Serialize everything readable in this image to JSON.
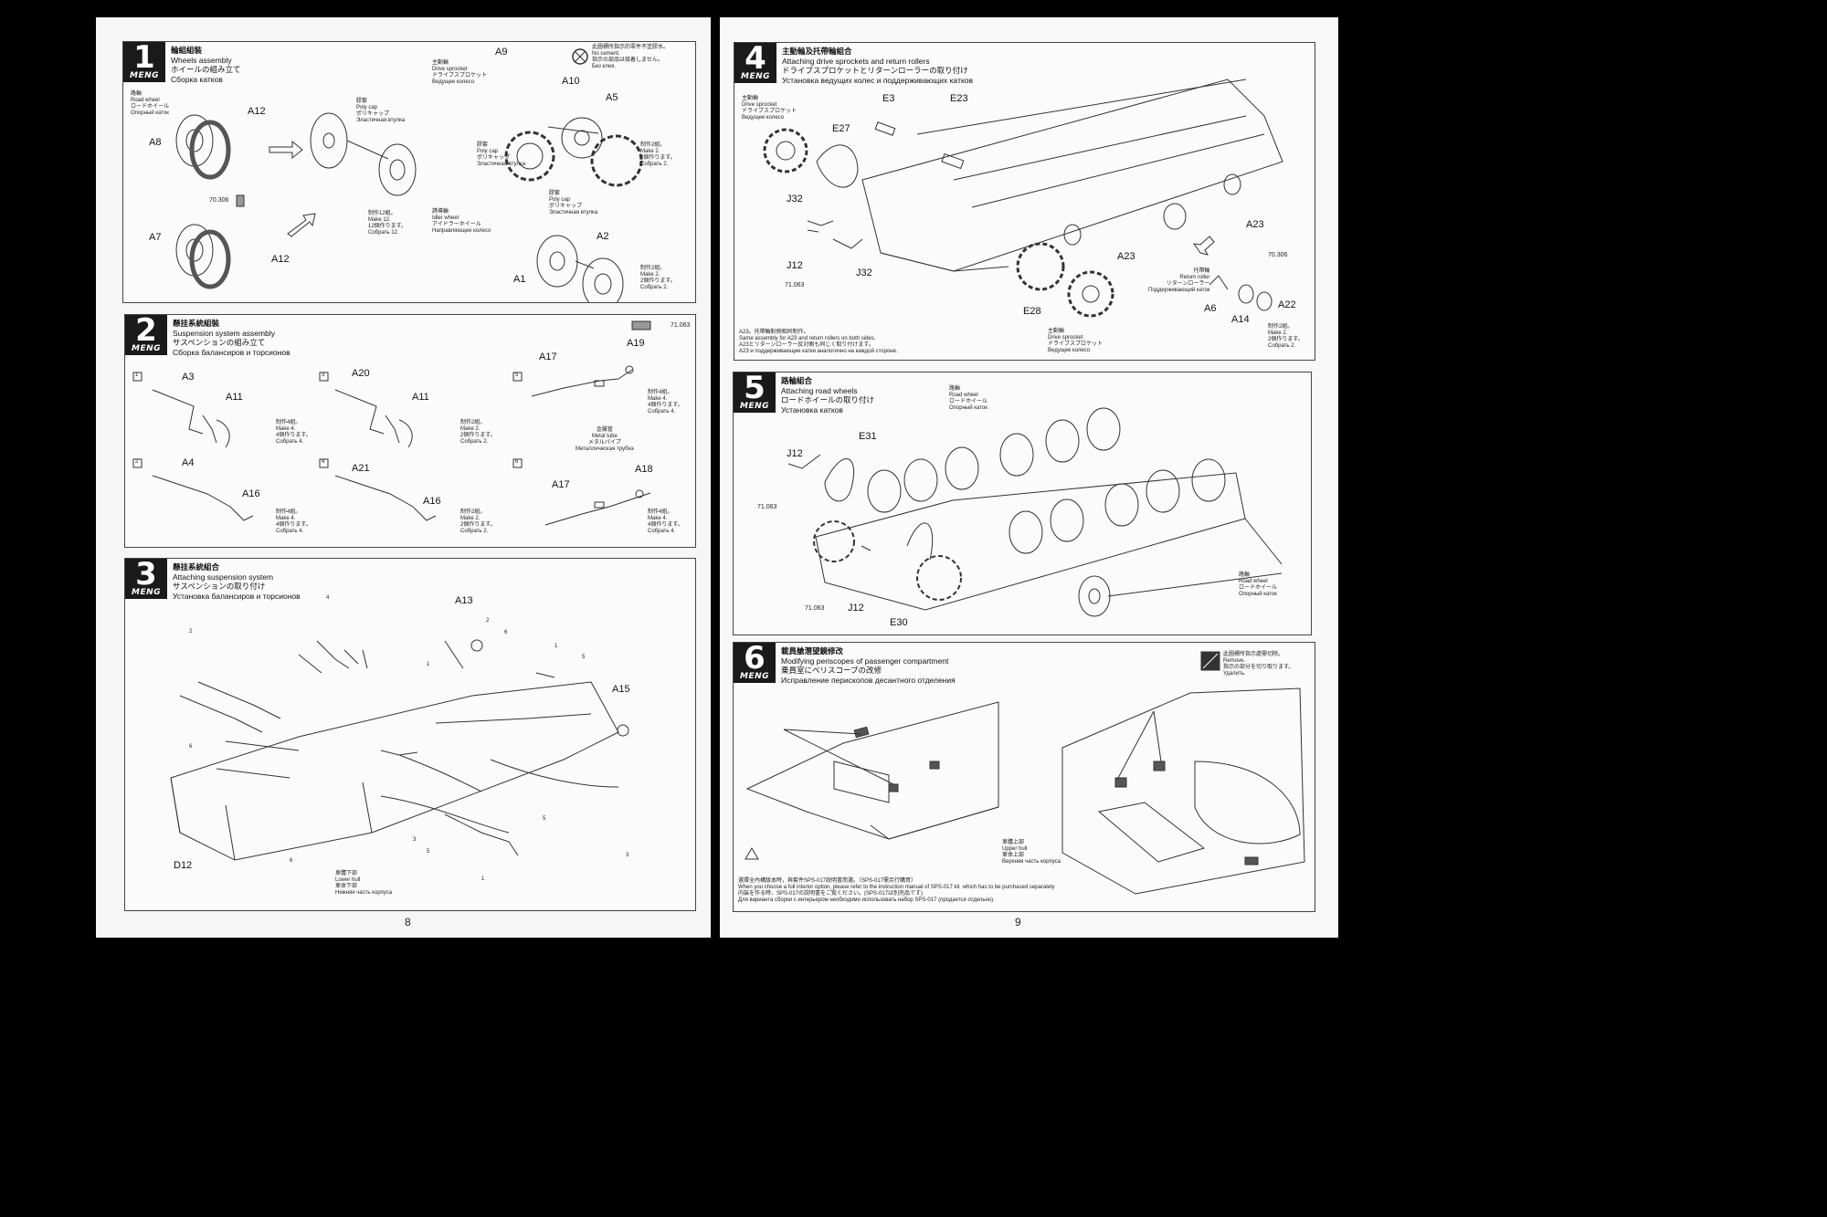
{
  "left_page": {
    "page_number": "8",
    "step1": {
      "number": "1",
      "logo": "MENG",
      "title_zh": "輪組組裝",
      "title_en": "Wheels assembly",
      "title_jp": "ホイールの組み立て",
      "title_ru": "Сборка катков",
      "road_wheel": "路輪\nRoad wheel\nロードホイール\nОпорный каток",
      "poly_cap_1": "膠套\nPoly cap\nポリキャップ\nЭластичная втулка",
      "poly_cap_2": "膠套\nPoly cap\nポリキャップ\nЭластичная втулка",
      "poly_cap_3": "膠套\nPoly cap\nポリキャップ\nЭластичная втулка",
      "drive_sprocket": "主動輪\nDrive sprocket\nドライブスプロケット\nВедущее колесо",
      "idler": "誘導輪\nIdler wheel\nアイドラーホイール\nНаправляющее колесо",
      "no_cement": "此圖標所指示的零件不塗膠水。\nNo cement.\n指示の部品は接着しません。\nБез клея.",
      "make12": "制作12組。\nMake 12.\n12個作ります。\nСобрать 12.",
      "make2a": "制作2組。\nMake 2.\n2個作ります。\nСобрать 2.",
      "make2b": "制作2組。\nMake 2.\n2個作ります。\nСобрать 2.",
      "paint": "70.306",
      "parts": [
        "A12",
        "A8",
        "A7",
        "A12",
        "A9",
        "A10",
        "A5",
        "A2",
        "A1"
      ]
    },
    "step2": {
      "number": "2",
      "logo": "MENG",
      "title_zh": "懸挂系統組裝",
      "title_en": "Suspension system assembly",
      "title_jp": "サスペンションの組み立て",
      "title_ru": "Сборка балансиров и торсионов",
      "paint": "71.063",
      "sub": [
        "1",
        "2",
        "3",
        "4",
        "5",
        "6"
      ],
      "parts": [
        "A3",
        "A11",
        "A4",
        "A16",
        "A20",
        "A11",
        "A21",
        "A16",
        "A17",
        "A19",
        "A17",
        "A18"
      ],
      "make4a": "制作4組。\nMake 4.\n4個作ります。\nСобрать 4.",
      "make4b": "制作4組。\nMake 4.\n4個作ります。\nСобрать 4.",
      "make2a": "制作2組。\nMake 2.\n2個作ります。\nСобрать 2.",
      "make2b": "制作2組。\nMake 2.\n2個作ります。\nСобрать 2.",
      "make4c": "制作4組。\nMake 4.\n4個作ります。\nСобрать 4.",
      "make4d": "制作4組。\nMake 4.\n4個作ります。\nСобрать 4.",
      "metal_tube": "金屬管\nMetal tube\nメタルパイプ\nМеталлическая трубка"
    },
    "step3": {
      "number": "3",
      "logo": "MENG",
      "title_zh": "懸挂系統組合",
      "title_en": "Attaching suspension system",
      "title_jp": "サスペンションの取り付け",
      "title_ru": "Установка балансиров и торсионов",
      "parts": [
        "A13",
        "A15",
        "D12"
      ],
      "lower_hull": "車體下部\nLower hull\n車体下部\nНижняя часть корпуса",
      "callouts": [
        "4",
        "2",
        "2",
        "6",
        "1",
        "5",
        "6",
        "1",
        "5",
        "3",
        "5",
        "1",
        "6",
        "3"
      ]
    }
  },
  "right_page": {
    "page_number": "9",
    "step4": {
      "number": "4",
      "logo": "MENG",
      "title_zh": "主動輪及托帶輪組合",
      "title_en": "Attaching drive sprockets and return rollers",
      "title_jp": "ドライブスプロケットとリターンローラーの取り付け",
      "title_ru": "Установка ведущих колес и поддерживающих катков",
      "drive_sprocket_1": "主動輪\nDrive sprocket\nドライブスプロケット\nВедущее колесо",
      "drive_sprocket_2": "主動輪\nDrive sprocket\nドライブスプロケット\nВедущее колесо",
      "return_roller": "托帶輪\nReturn roller\nリターンローラー\nПоддерживающий каток",
      "parts": [
        "E3",
        "E23",
        "E27",
        "J32",
        "J12",
        "J32",
        "A23",
        "A23",
        "E28",
        "A6",
        "A14",
        "A22"
      ],
      "paint1": "71.063",
      "paint2": "70.306",
      "make2": "制作2組。\nMake 2.\n2個作ります。\nСобрать 2.",
      "note": "A23。托帶輪對側相同制作。\nSame assembly for A23 and return rollers on both sides.\nA23とリターンローラー反対側も同じく取り付けます。\nA23 и поддерживающие катки аналогично на каждой стороне."
    },
    "step5": {
      "number": "5",
      "logo": "MENG",
      "title_zh": "路輪組合",
      "title_en": "Attaching road wheels",
      "title_jp": "ロードホイールの取り付け",
      "title_ru": "Установка катков",
      "road_wheel_1": "路輪\nRoad wheel\nロードホイール\nОпорный каток",
      "road_wheel_2": "路輪\nRoad wheel\nロードホイール\nОпорный каток",
      "parts": [
        "J12",
        "E31",
        "J12",
        "E30"
      ],
      "paint1": "71.063",
      "paint2": "71.063"
    },
    "step6": {
      "number": "6",
      "logo": "MENG",
      "title_zh": "載員艙潛望鏡修改",
      "title_en": "Modifying periscopes of passenger compartment",
      "title_jp": "乗員室にペリスコープの改修",
      "title_ru": "Исправление перископов десантного отделения",
      "remove": "此圖標所指示處需切除。\nRemove.\n指示の部分を切り取ります。\nУдалить.",
      "upper_hull": "車體上部\nUpper hull\n車体上部\nВерхняя часть корпуса",
      "warning": "選擇全內構版本時，與套件SPS-017說明書而選。（SPS-017需另行購買）\nWhen you choose a full interior option, please refer to the instruction manual of SPS-017 kit  which has to be purchased separately\n内装を作る時、SPS-017の説明書をご覧ください。(SPS-017は別売品です)\nДля варианта сборки с интерьером необходимо использовать набор SPS-017 (продается отдельно)."
    }
  }
}
